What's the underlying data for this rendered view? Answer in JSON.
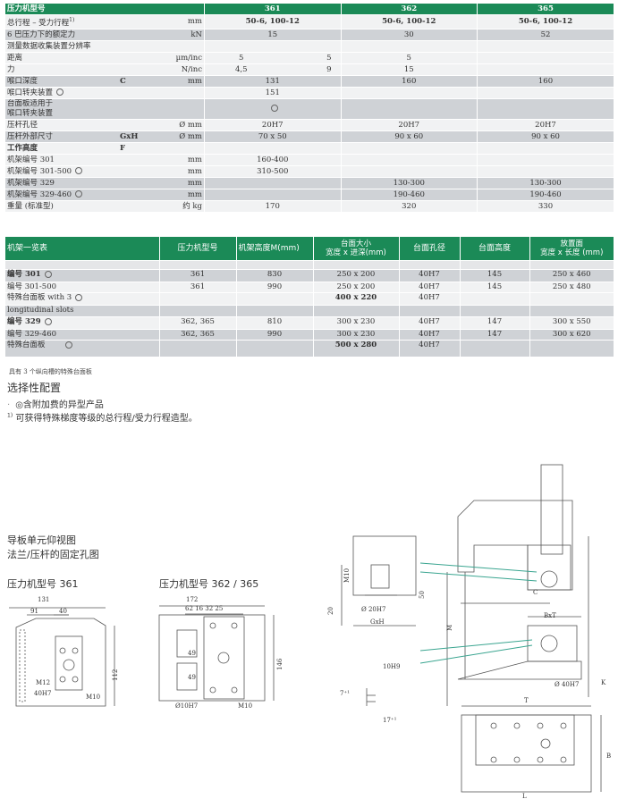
{
  "spec_table": {
    "header": {
      "label": "压力机型号",
      "models": [
        "361",
        "362",
        "365"
      ]
    },
    "rows": {
      "stroke": {
        "label": "总行程 – 受力行程",
        "sup": "1)",
        "unit": "mm",
        "v361": "50-6, 100-12",
        "v362": "50-6, 100-12",
        "v365": "50-6, 100-12"
      },
      "force": {
        "label": "6 巴压力下的额定力",
        "unit": "kN",
        "v361": "15",
        "v362": "30",
        "v365": "52"
      },
      "res1": {
        "label": "测量数据收集装置分辨率",
        "v361": "",
        "v362": "",
        "v365": ""
      },
      "res2": {
        "label": "距离",
        "unit": "µm/inc",
        "v361a": "5",
        "v361b": "5",
        "v362": "5",
        "v365": ""
      },
      "res3": {
        "label": "力",
        "unit": "N/inc",
        "v361a": "4,5",
        "v361b": "9",
        "v362": "15",
        "v365": ""
      },
      "throat": {
        "label": "喉口深度",
        "sym": "C",
        "unit": "mm",
        "v361": "131",
        "v362": "160",
        "v365": "160"
      },
      "throat_clamp": {
        "label": "喉口转夹装置",
        "v361": "151"
      },
      "table_plate": {
        "label1": "台面板适用于",
        "label2": "喉口转夹装置"
      },
      "ram_hole": {
        "label": "压杆孔径",
        "unit": "Ø mm",
        "v361": "20H7",
        "v362": "20H7",
        "v365": "20H7"
      },
      "ram_dim": {
        "label": "压杆外部尺寸",
        "sym": "GxH",
        "unit": "Ø mm",
        "v361": "70 x 50",
        "v362": "90 x 60",
        "v365": "90 x 60"
      },
      "work_h": {
        "label": "工作高度",
        "sym": "F"
      },
      "f301": {
        "label": "机架编号 301",
        "unit": "mm",
        "v361": "160-400"
      },
      "f301500": {
        "label": "机架编号 301-500",
        "unit": "mm",
        "v361": "310-500"
      },
      "f329": {
        "label": "机架编号 329",
        "unit": "mm",
        "v362": "130-300",
        "v365": "130-300"
      },
      "f329460": {
        "label": "机架编号 329-460",
        "unit": "mm",
        "v362": "190-460",
        "v365": "190-460"
      },
      "weight": {
        "label": "重量 (标准型)",
        "unit": "约 kg",
        "v361": "170",
        "v362": "320",
        "v365": "330"
      }
    }
  },
  "frame_table": {
    "header": [
      "机架一览表",
      "压力机型号",
      "机架高度M(mm)",
      "台面大小\n宽度 x 进深(mm)",
      "台面孔径",
      "台面高度",
      "放置面\n宽度 x 长度 (mm)"
    ],
    "rows": [
      {
        "c0": "编号 301",
        "c1": "361",
        "c2": "830",
        "c3": "250 x 200",
        "c4": "40H7",
        "c5": "145",
        "c6": "250 x 460"
      },
      {
        "c0": "编号 301-500",
        "c1": "361",
        "c2": "990",
        "c3": "250 x 200",
        "c4": "40H7",
        "c5": "145",
        "c6": "250 x 480"
      },
      {
        "c0": "特殊台面板 with 3",
        "c3": "400 x 220",
        "c4": "40H7"
      },
      {
        "c0": "longitudinal slots"
      },
      {
        "c0": "编号 329",
        "c1": "362, 365",
        "c2": "810",
        "c3": "300 x 230",
        "c4": "40H7",
        "c5": "147",
        "c6": "300 x 550"
      },
      {
        "c0": "编号 329-460",
        "c1": "362, 365",
        "c2": "990",
        "c3": "300 x 230",
        "c4": "40H7",
        "c5": "147",
        "c6": "300 x 620"
      },
      {
        "c0": "特殊台面板",
        "c3": "500 x 280",
        "c4": "40H7"
      }
    ]
  },
  "note": "具有 3 个纵向槽的特殊台面板",
  "options": {
    "title": "选择性配置",
    "line1": "◎含附加费的异型产品",
    "line2_sup": "1)",
    "line2": "可获得特殊梯度等级的总行程/受力行程造型。"
  },
  "drawings": {
    "title1": "导板单元仰视图",
    "title2": "法兰/压杆的固定孔图",
    "model361": "压力机型号 361",
    "model362": "压力机型号 362 / 365"
  }
}
